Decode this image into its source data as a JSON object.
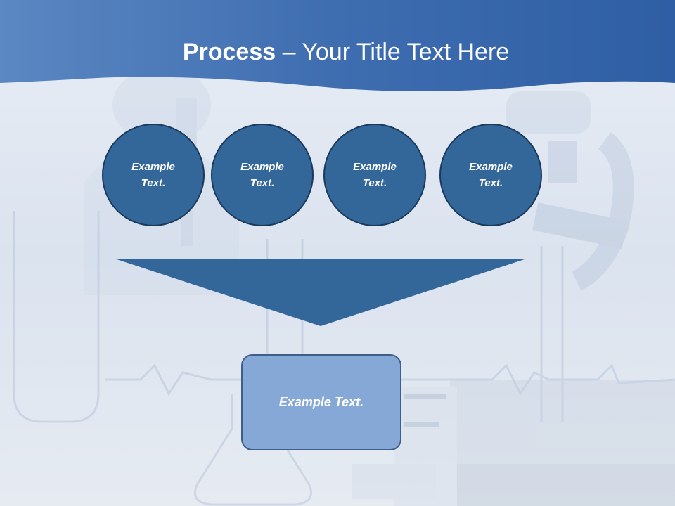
{
  "title": {
    "bold": "Process",
    "rest": " – Your Title Text Here"
  },
  "circles": [
    {
      "text": "Example Text."
    },
    {
      "text": "Example Text."
    },
    {
      "text": "Example Text."
    },
    {
      "text": "Example Text."
    }
  ],
  "result": {
    "text": "Example Text."
  },
  "colors": {
    "header": "#3f6fb0",
    "circle_fill": "#336699",
    "circle_border": "#1a3a5c",
    "arrow": "#336699",
    "result_fill": "#85a8d6",
    "result_border": "#3f5f8a",
    "background": "#dfe6f1"
  }
}
